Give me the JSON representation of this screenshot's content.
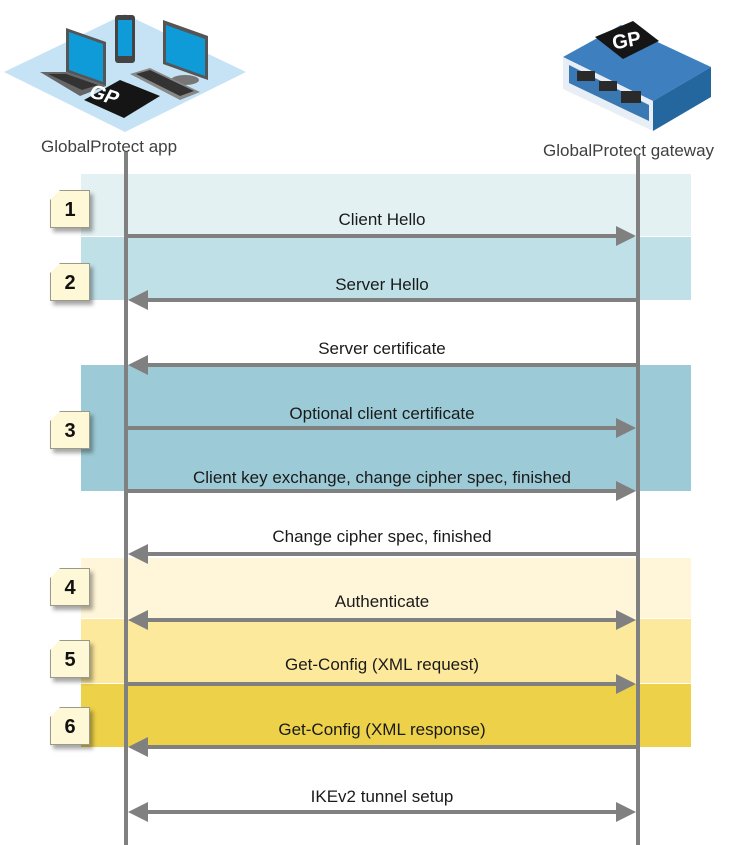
{
  "nodes": {
    "client": {
      "label": "GlobalProtect app",
      "icon": "devices-gp-icon"
    },
    "gateway": {
      "label": "GlobalProtect gateway",
      "icon": "firewall-gp-icon"
    }
  },
  "logo_text": "GP",
  "colors": {
    "lifeline": "#808080",
    "band1": "#e3f1f3",
    "band2": "#bfe0e7",
    "band3": "#9ccbd7",
    "band4": "#fff5d8",
    "band5": "#fde99c",
    "band6": "#ecd149",
    "badge": "#fff8d6"
  },
  "steps": [
    {
      "number": "1"
    },
    {
      "number": "2"
    },
    {
      "number": "3"
    },
    {
      "number": "4"
    },
    {
      "number": "5"
    },
    {
      "number": "6"
    }
  ],
  "messages": [
    {
      "label": "Client Hello",
      "direction": "to-gateway"
    },
    {
      "label": "Server Hello",
      "direction": "to-client"
    },
    {
      "label": "Server certificate",
      "direction": "to-client"
    },
    {
      "label": "Optional client certificate",
      "direction": "to-gateway"
    },
    {
      "label": "Client key exchange, change cipher spec, finished",
      "direction": "to-gateway"
    },
    {
      "label": "Change cipher spec, finished",
      "direction": "to-client"
    },
    {
      "label": "Authenticate",
      "direction": "both"
    },
    {
      "label": "Get-Config (XML request)",
      "direction": "to-gateway"
    },
    {
      "label": "Get-Config (XML response)",
      "direction": "to-client"
    },
    {
      "label": "IKEv2 tunnel setup",
      "direction": "both"
    }
  ]
}
